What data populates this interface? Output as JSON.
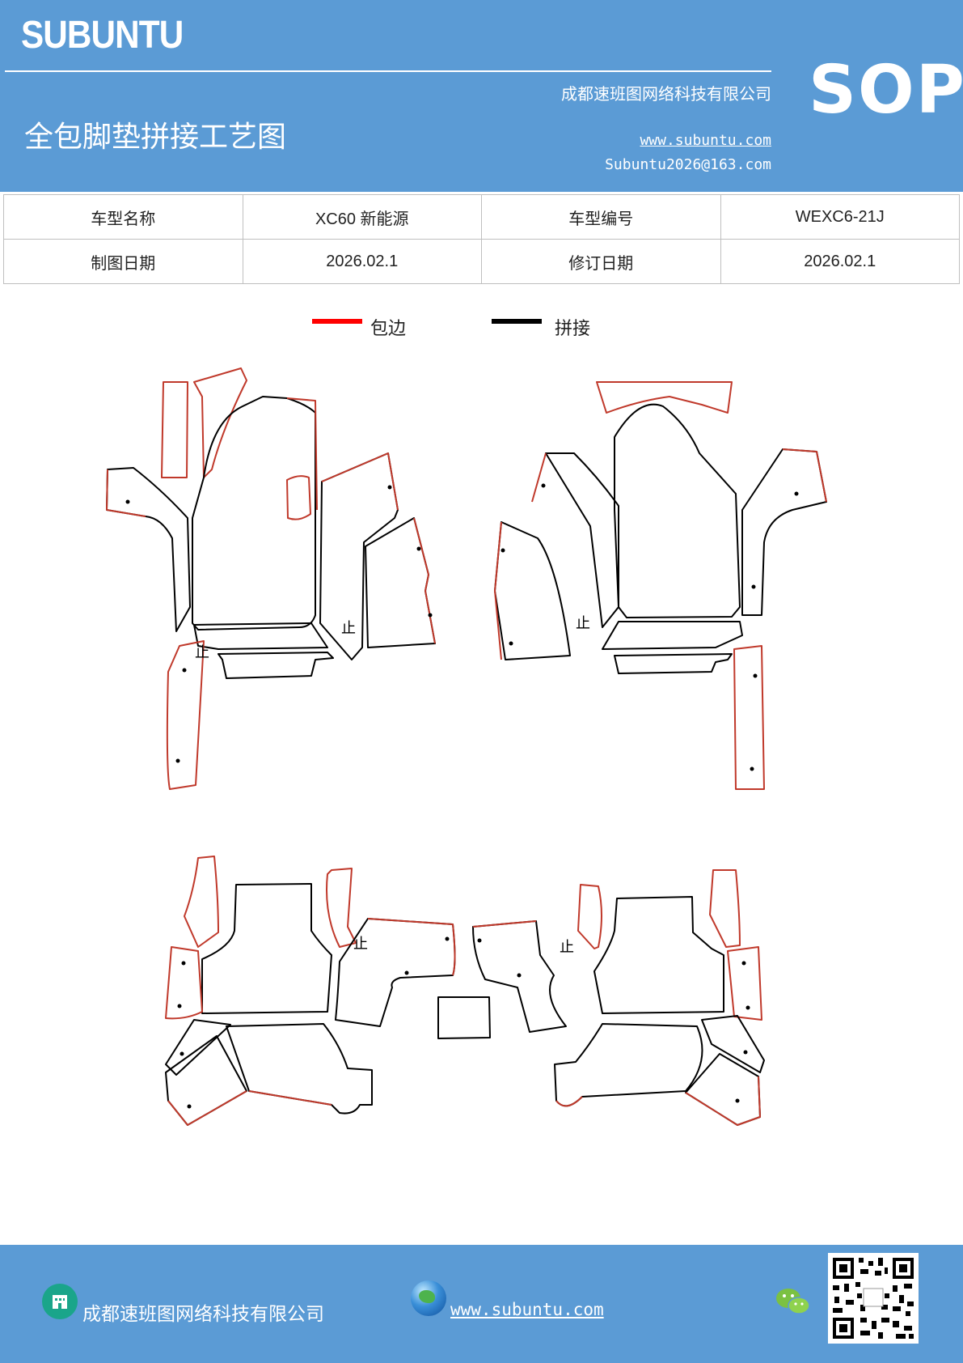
{
  "header": {
    "logo": "SUBUNTU",
    "company": "成都速班图网络科技有限公司",
    "title": "全包脚垫拼接工艺图",
    "website": "www.subuntu.com",
    "email": "Subuntu2026@163.com",
    "doc_type": "SOP"
  },
  "info_table": {
    "model_name_label": "车型名称",
    "model_name_value": "XC60 新能源",
    "model_code_label": "车型编号",
    "model_code_value": "WEXC6-21J",
    "draw_date_label": "制图日期",
    "draw_date_value": "2026.02.1",
    "revise_date_label": "修订日期",
    "revise_date_value": "2026.02.1"
  },
  "legend": {
    "items": [
      {
        "label": "包边",
        "color": "#ff0000"
      },
      {
        "label": "拼接",
        "color": "#000000"
      }
    ]
  },
  "drawing": {
    "seam_mark": "止",
    "colors": {
      "edge": "#c0392b",
      "seam": "#000000"
    }
  },
  "footer": {
    "company": "成都速班图网络科技有限公司",
    "website": "www.subuntu.com",
    "icons": [
      "building-icon",
      "globe-icon",
      "wechat-icon",
      "qr-code"
    ]
  },
  "colors": {
    "brand_blue": "#5b9bd5",
    "text": "#222222"
  }
}
